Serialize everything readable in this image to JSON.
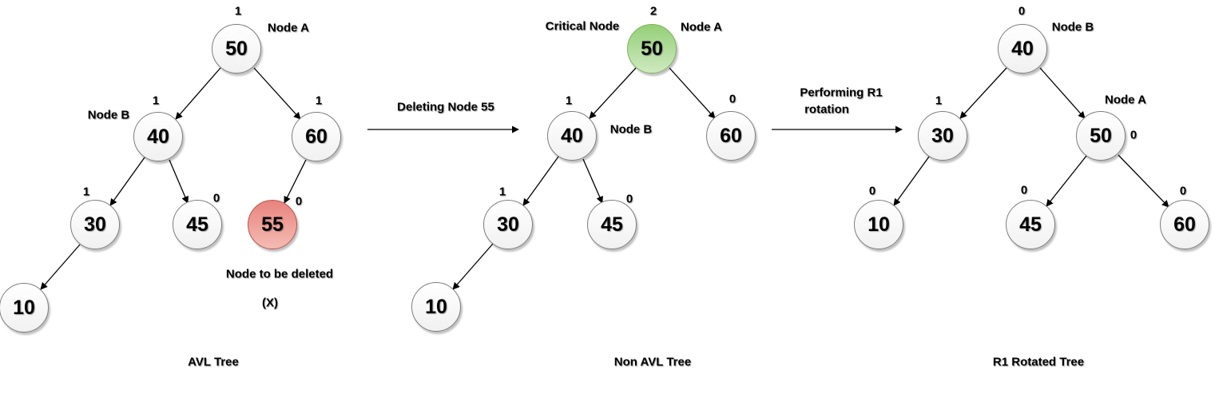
{
  "colors": {
    "node_border": "#7d7d7d",
    "node_fill_top": "#ffffff",
    "node_fill_bottom": "#f1f1f1",
    "deleted_node_border": "#b85450",
    "deleted_node_fill_top": "#e8837d",
    "deleted_node_fill_bottom": "#f4bcb4",
    "critical_node_border": "#7fb261",
    "critical_node_fill_top": "#94cf77",
    "critical_node_fill_bottom": "#cfe9c0",
    "edge_color": "#000000",
    "text_color": "#000000"
  },
  "tree_avl": {
    "caption": "AVL Tree",
    "node50": {
      "value": "50",
      "bf": "1",
      "side_label": "Node A"
    },
    "node40": {
      "value": "40",
      "bf": "1",
      "side_label": "Node B"
    },
    "node60": {
      "value": "60",
      "bf": "1"
    },
    "node30": {
      "value": "30",
      "bf": "1"
    },
    "node45": {
      "value": "45",
      "bf": "0"
    },
    "node55": {
      "value": "55",
      "bf": "0"
    },
    "node10": {
      "value": "10"
    },
    "deleted_note_line1": "Node to be deleted",
    "deleted_note_line2": "(X)"
  },
  "transition_delete": {
    "label": "Deleting Node 55"
  },
  "tree_non_avl": {
    "caption": "Non AVL Tree",
    "node50": {
      "value": "50",
      "bf": "2",
      "side_label_left": "Critical Node",
      "side_label_right": "Node A"
    },
    "node40": {
      "value": "40",
      "bf": "1",
      "side_label": "Node B"
    },
    "node60": {
      "value": "60",
      "bf": "0"
    },
    "node30": {
      "value": "30",
      "bf": "1"
    },
    "node45": {
      "value": "45",
      "bf": "0"
    },
    "node10": {
      "value": "10"
    }
  },
  "transition_rotate": {
    "label_line1": "Performing R1",
    "label_line2": "rotation"
  },
  "tree_rotated": {
    "caption": "R1 Rotated Tree",
    "node40": {
      "value": "40",
      "bf": "0",
      "side_label": "Node B"
    },
    "node30": {
      "value": "30",
      "bf": "1"
    },
    "node50": {
      "value": "50",
      "bf": "0",
      "side_label": "Node A"
    },
    "node10": {
      "value": "10",
      "bf": "0"
    },
    "node45": {
      "value": "45",
      "bf": "0"
    },
    "node60": {
      "value": "60",
      "bf": "0"
    }
  }
}
